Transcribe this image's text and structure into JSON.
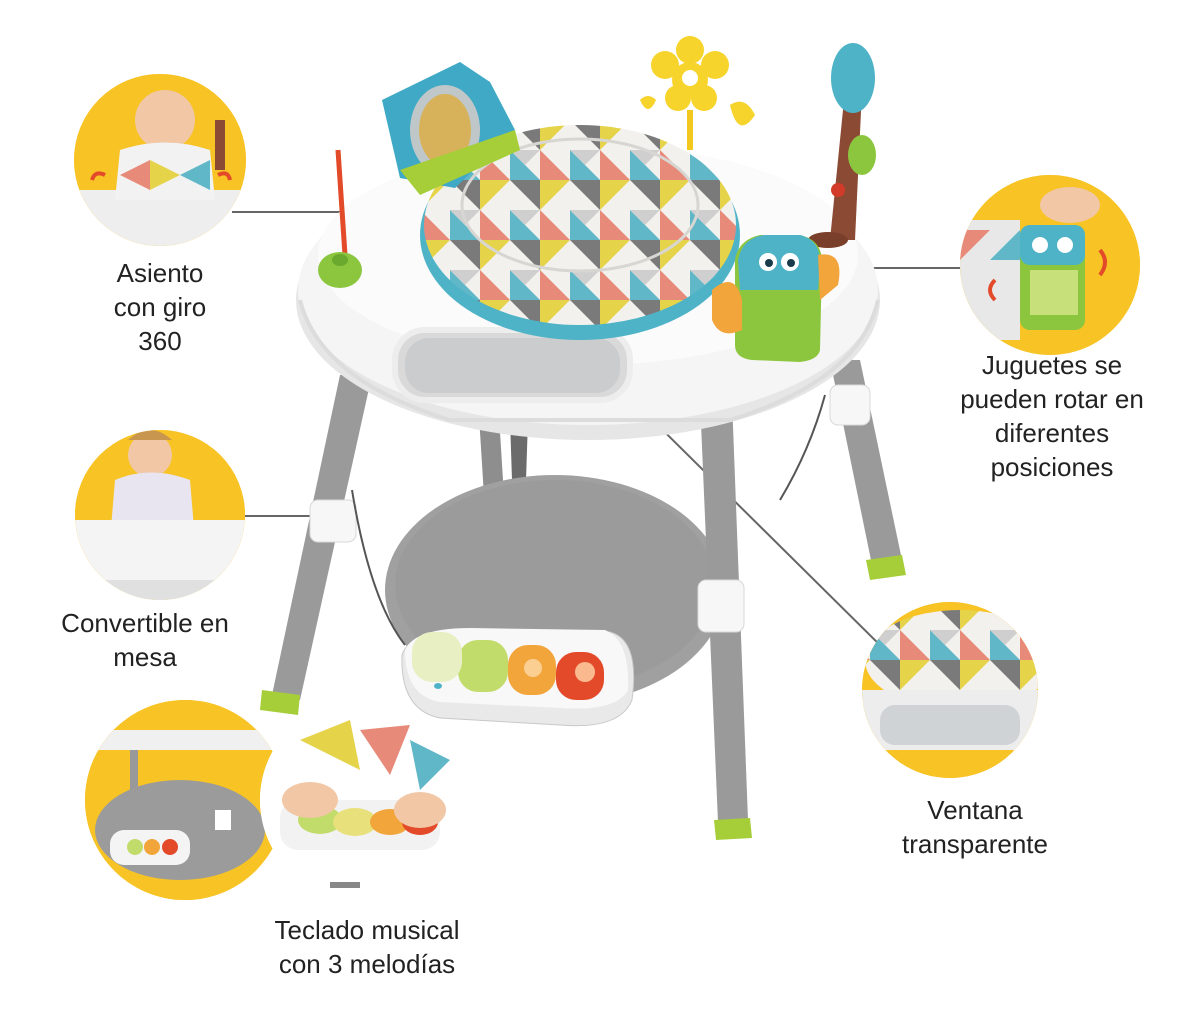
{
  "palette": {
    "accent_yellow": "#f7c325",
    "lime_green": "#a6ce39",
    "gray_mat": "#9b9b9b",
    "white_tray": "#f4f4f4",
    "text": "#222222",
    "leader_line": "#666666"
  },
  "labels": {
    "seat_rotation": [
      "Asiento",
      "con giro",
      "360"
    ],
    "rotating_toys": [
      "Juguetes se",
      "pueden rotar en",
      "diferentes",
      "posiciones"
    ],
    "table_mode": [
      "Convertible en",
      "mesa"
    ],
    "window": [
      "Ventana",
      "transparente"
    ],
    "keyboard": [
      "Teclado musical",
      "con 3 melodías"
    ]
  }
}
